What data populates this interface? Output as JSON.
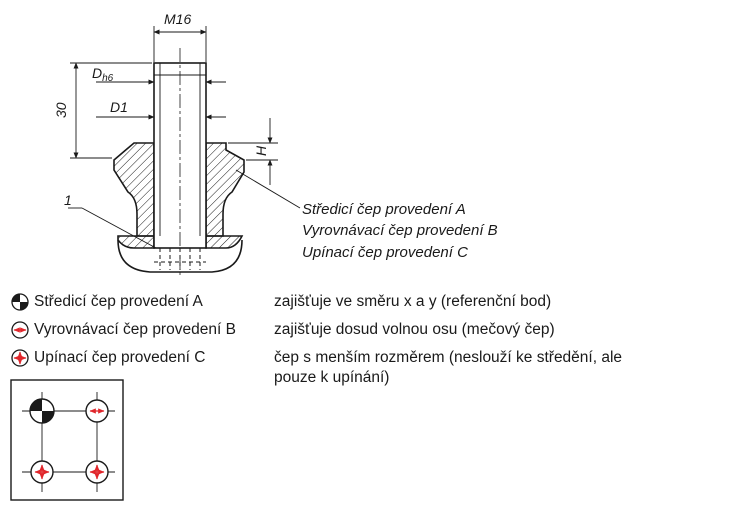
{
  "drawing": {
    "dimensions": {
      "thread": "M16",
      "dh6_main": "D",
      "dh6_sub": "h6",
      "d1": "D1",
      "length": "30",
      "height": "H"
    },
    "callout_number": "1",
    "callouts": [
      "Středicí čep provedení A",
      "Vyrovnávací čep provedení B",
      "Upínací čep provedení C"
    ]
  },
  "legend": [
    {
      "icon": "centering-pin-icon",
      "name": "Středicí čep provedení A",
      "desc": "zajišťuje ve směru x a y (referenční bod)"
    },
    {
      "icon": "aligning-pin-icon",
      "name": "Vyrovnávací čep provedení B",
      "desc": "zajišťuje dosud volnou osu (mečový čep)"
    },
    {
      "icon": "clamping-pin-icon",
      "name": "Upínací čep provedení C",
      "desc": "čep s menším rozměrem (neslouží ke středění, ale pouze k upínání)"
    }
  ],
  "colors": {
    "accent": "#e0262b",
    "line": "#1a1a1a"
  }
}
